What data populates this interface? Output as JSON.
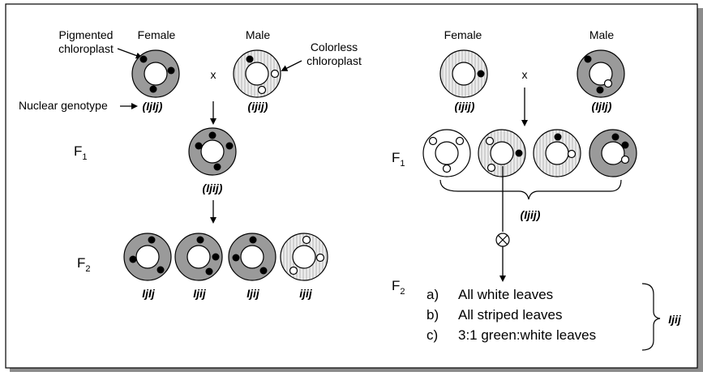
{
  "left": {
    "female_label": "Female",
    "male_label": "Male",
    "pigmented_label_1": "Pigmented",
    "pigmented_label_2": "chloroplast",
    "colorless_label_1": "Colorless",
    "colorless_label_2": "chloroplast",
    "nuclear_label": "Nuclear genotype",
    "cross_symbol": "x",
    "female_genotype": "(IjIj)",
    "male_genotype": "(ijij)",
    "f1_label": "F",
    "f1_sub": "1",
    "f1_genotype": "(Ijij)",
    "f2_label": "F",
    "f2_sub": "2",
    "f2_genotypes": [
      "IjIj",
      "Ijij",
      "Ijij",
      "ijij"
    ]
  },
  "right": {
    "female_label": "Female",
    "male_label": "Male",
    "cross_symbol": "x",
    "female_genotype": "(ijij)",
    "male_genotype": "(IjIj)",
    "f1_label": "F",
    "f1_sub": "1",
    "f1_genotype": "(Ijij)",
    "self_symbol": "⊗",
    "f2_label": "F",
    "f2_sub": "2",
    "options": [
      {
        "letter": "a)",
        "text": "All white leaves"
      },
      {
        "letter": "b)",
        "text": "All striped leaves"
      },
      {
        "letter": "c)",
        "text": "3:1 green:white leaves"
      }
    ],
    "options_genotype": "Ijij"
  },
  "colors": {
    "green_ring": "#9a9a9a",
    "striped_ring": "#d9d9d9",
    "frame_shadow": "#8c8c8c"
  }
}
